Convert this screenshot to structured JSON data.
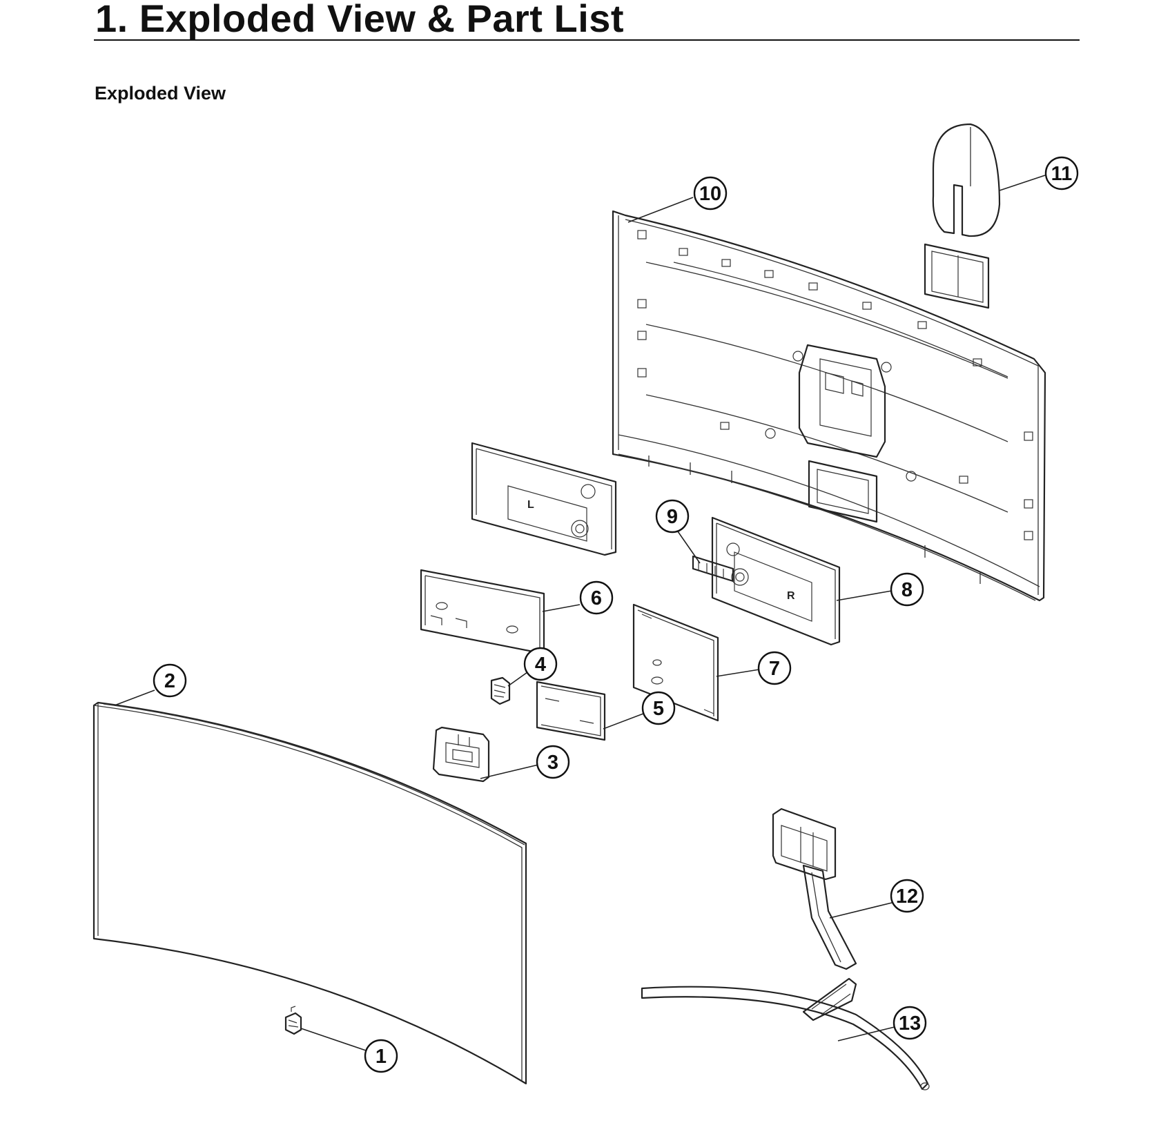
{
  "page": {
    "title": "1.  Exploded View & Part List",
    "section_heading": "Exploded View"
  },
  "diagram": {
    "callouts": [
      {
        "id": "1",
        "label": "1"
      },
      {
        "id": "2",
        "label": "2"
      },
      {
        "id": "3",
        "label": "3"
      },
      {
        "id": "4",
        "label": "4"
      },
      {
        "id": "5",
        "label": "5"
      },
      {
        "id": "6",
        "label": "6"
      },
      {
        "id": "7",
        "label": "7"
      },
      {
        "id": "8",
        "label": "8"
      },
      {
        "id": "9",
        "label": "9"
      },
      {
        "id": "10",
        "label": "10"
      },
      {
        "id": "11",
        "label": "11"
      },
      {
        "id": "12",
        "label": "12"
      },
      {
        "id": "13",
        "label": "13"
      }
    ],
    "part_labels": {
      "left_speaker_mark": "L",
      "right_speaker_mark": "R"
    }
  }
}
